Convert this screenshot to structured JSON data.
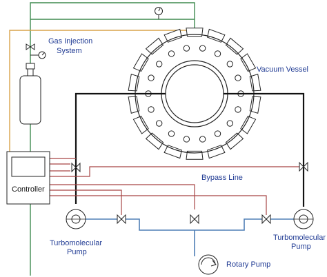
{
  "labels": {
    "gas_injection_line1": "Gas Injection",
    "gas_injection_line2": "System",
    "vacuum_vessel": "Vacuum Vessel",
    "bypass_line": "Bypass Line",
    "controller": "Controller",
    "turbo_left_line1": "Turbomolecular",
    "turbo_left_line2": "Pump",
    "turbo_right_line1": "Turbomolecular",
    "turbo_right_line2": "Pump",
    "rotary_pump": "Rotary Pump"
  },
  "colors": {
    "text": "#1f3a93",
    "vacuum_line": "#111111",
    "signal_line": "#a64545",
    "gas_line": "#3e8a4f",
    "feed_line": "#d9a34a",
    "fore_line": "#4f7fb5"
  }
}
